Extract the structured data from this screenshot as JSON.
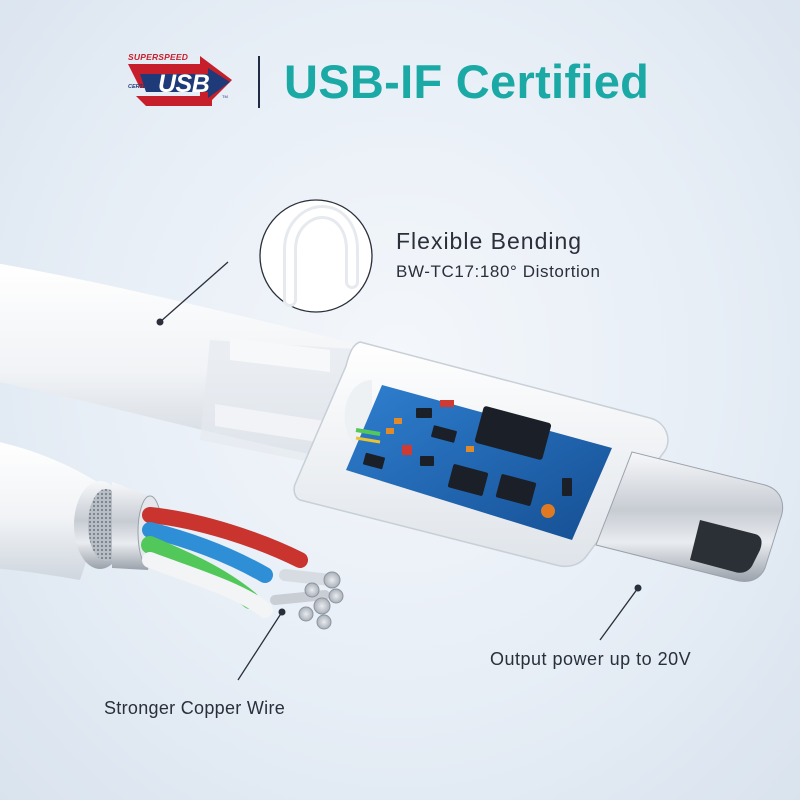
{
  "header": {
    "logo": {
      "top_text": "SUPERSPEED",
      "word": "USB",
      "bottom_text": "CERTIFIED",
      "tm": "TM"
    },
    "title": "USB-IF Certified"
  },
  "callouts": {
    "flex_title": "Flexible Bending",
    "flex_sub": "BW-TC17:180° Distortion",
    "power": "Output power up to 20V",
    "wire": "Stronger Copper Wire"
  },
  "colors": {
    "accent": "#1ba9a6",
    "text": "#2a2f3a",
    "usb_red": "#c61f2b",
    "usb_blue": "#1f3a78",
    "pcb_blue": "#1d64b0",
    "wire_red": "#c9342f",
    "wire_blue": "#2f8fd6",
    "wire_green": "#53c85a"
  },
  "icons": [
    "usb-logo-icon",
    "bend-loop-icon",
    "usb-c-plug-icon"
  ]
}
